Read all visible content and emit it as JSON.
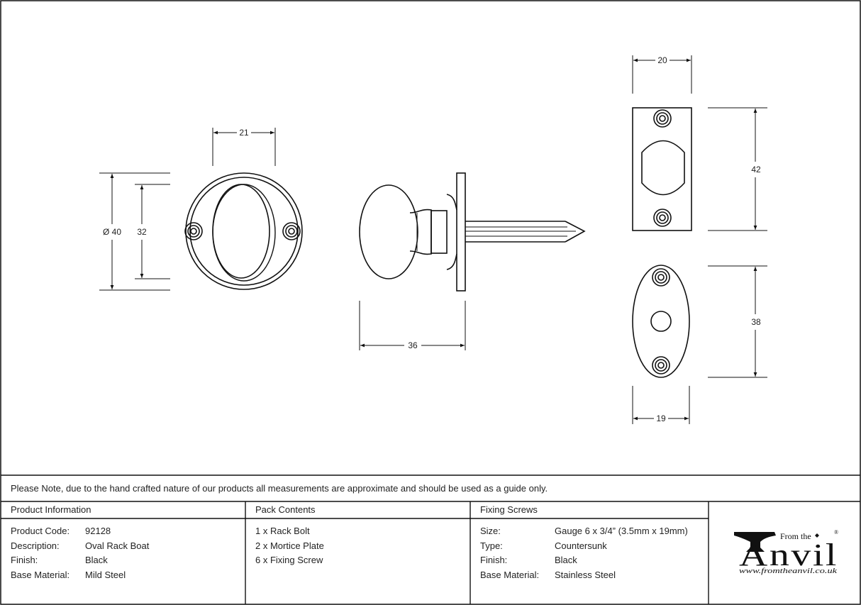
{
  "dimensions": {
    "rose_width": "21",
    "rose_diameter": "Ø 40",
    "rose_inner_height": "32",
    "bolt_length": "36",
    "plate_width": "20",
    "plate_height": "42",
    "oval_plate_height": "38",
    "oval_plate_width": "19"
  },
  "note": "Please Note, due to the hand crafted nature of our products all measurements are approximate and should be used as a guide only.",
  "product_information": {
    "heading": "Product Information",
    "rows": [
      {
        "label": "Product Code:",
        "value": "92128"
      },
      {
        "label": "Description:",
        "value": "Oval Rack Boat"
      },
      {
        "label": "Finish:",
        "value": "Black"
      },
      {
        "label": "Base Material:",
        "value": "Mild Steel"
      }
    ]
  },
  "pack_contents": {
    "heading": "Pack Contents",
    "items": [
      "1 x Rack Bolt",
      "2 x Mortice Plate",
      "6 x Fixing Screw"
    ]
  },
  "fixing_screws": {
    "heading": "Fixing Screws",
    "rows": [
      {
        "label": "Size:",
        "value": "Gauge 6 x 3/4” (3.5mm x 19mm)"
      },
      {
        "label": "Type:",
        "value": "Countersunk"
      },
      {
        "label": "Finish:",
        "value": "Black"
      },
      {
        "label": "Base Material:",
        "value": "Stainless Steel"
      }
    ]
  },
  "logo": {
    "from_the": "From the",
    "name": "Anvil",
    "registered": "®",
    "url": "www.fromtheanvil.co.uk"
  }
}
